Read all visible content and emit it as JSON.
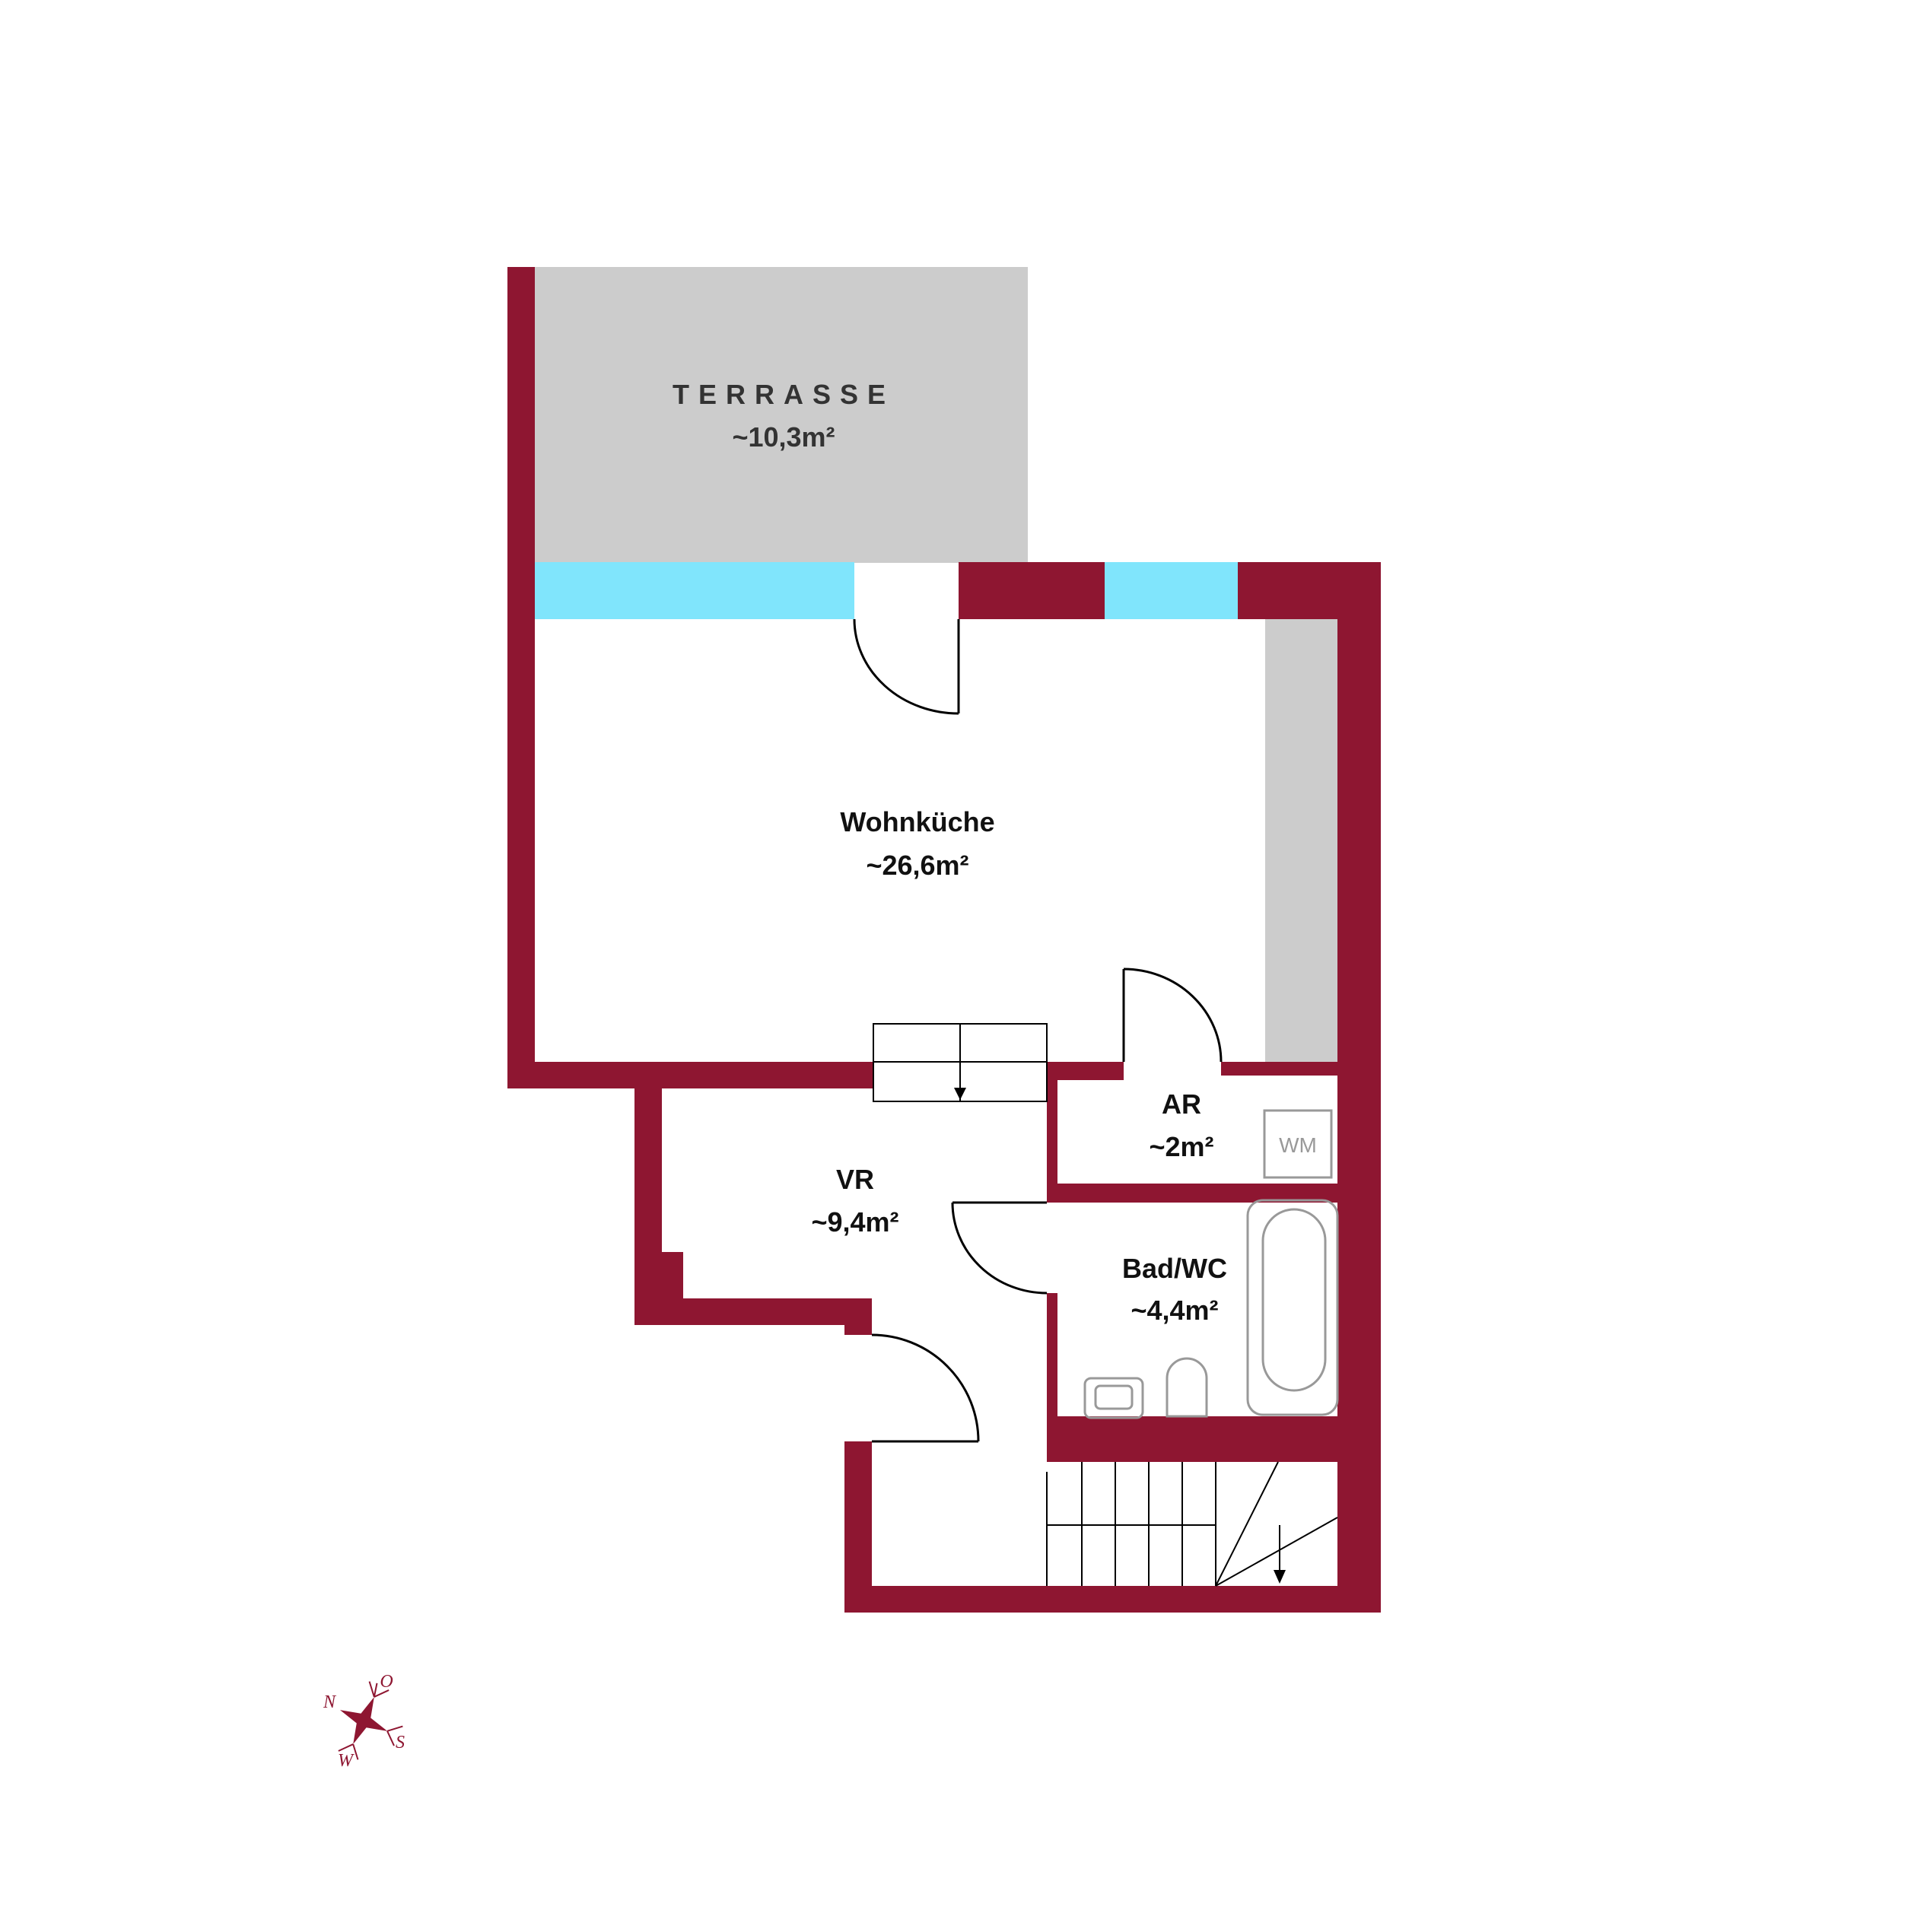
{
  "colors": {
    "wall": "#8E1631",
    "window": "#80E5FC",
    "terrace": "#CCCCCC",
    "built_in": "#CCCCCC",
    "fixture": "#999999",
    "line": "#000000",
    "background": "#FFFFFF"
  },
  "rooms": {
    "terrasse": {
      "name": "TERRASSE",
      "area": "~10,3m²"
    },
    "wohnkueche": {
      "name": "Wohnküche",
      "area": "~26,6m²"
    },
    "ar": {
      "name": "AR",
      "area": "~2m²"
    },
    "vr": {
      "name": "VR",
      "area": "~9,4m²"
    },
    "bad_wc": {
      "name": "Bad/WC",
      "area": "~4,4m²"
    }
  },
  "fixtures": {
    "washing_machine": "WM"
  },
  "compass": {
    "north": "N",
    "east": "O",
    "south": "S",
    "west": "W",
    "icon": "compass-rose-icon"
  }
}
